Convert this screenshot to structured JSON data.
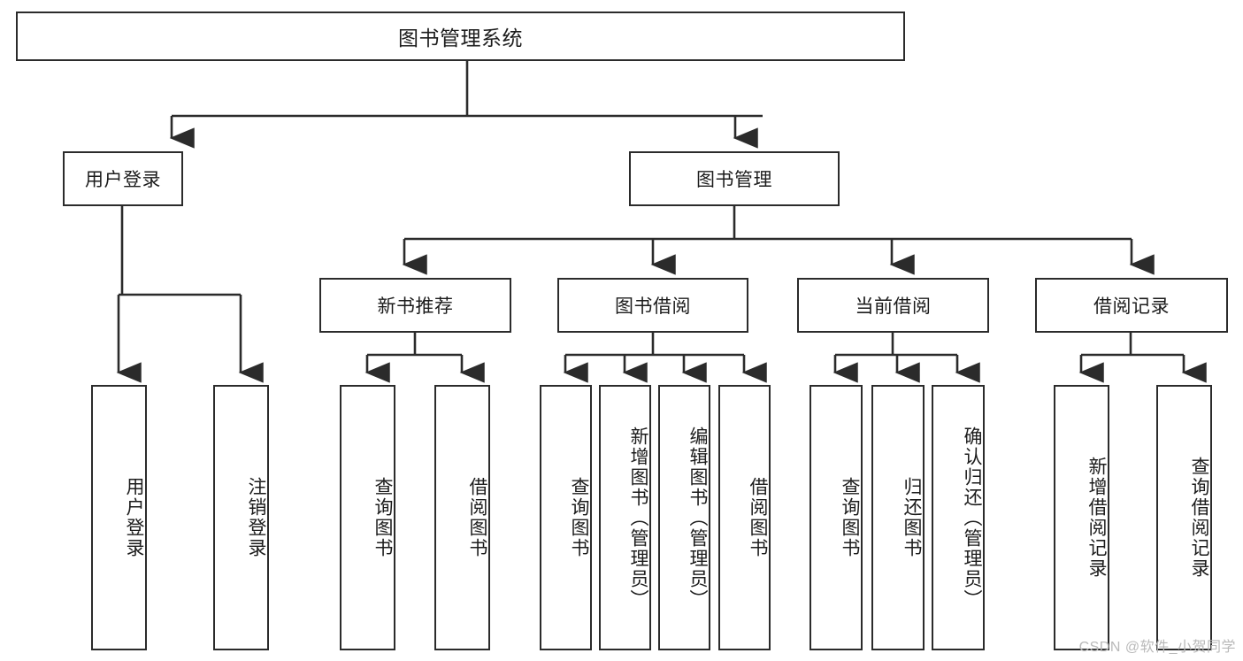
{
  "diagram": {
    "type": "tree-hierarchy",
    "title": "图书管理系统",
    "watermark": "CSDN @软件_小贺同学",
    "colors": {
      "box_border": "#2b2b2b",
      "box_fill": "#ffffff",
      "line": "#2b2b2b",
      "text": "#1c1c1c",
      "watermark": "#b9b9b9",
      "background": "#ffffff"
    },
    "root": {
      "label": "图书管理系统"
    },
    "level2": [
      {
        "label": "用户登录"
      },
      {
        "label": "图书管理"
      }
    ],
    "level3": [
      {
        "label": "新书推荐"
      },
      {
        "label": "图书借阅"
      },
      {
        "label": "当前借阅"
      },
      {
        "label": "借阅记录"
      }
    ],
    "groups": [
      {
        "parent": "用户登录",
        "leaves": [
          {
            "label": "用户登录"
          },
          {
            "label": "注销登录"
          }
        ]
      },
      {
        "parent": "新书推荐",
        "leaves": [
          {
            "label": "查询图书"
          },
          {
            "label": "借阅图书"
          }
        ]
      },
      {
        "parent": "图书借阅",
        "leaves": [
          {
            "label": "查询图书"
          },
          {
            "label": "新增图书（管理员）"
          },
          {
            "label": "编辑图书（管理员）"
          },
          {
            "label": "借阅图书"
          }
        ]
      },
      {
        "parent": "当前借阅",
        "leaves": [
          {
            "label": "查询图书"
          },
          {
            "label": "归还图书"
          },
          {
            "label": "确认归还（管理员）"
          }
        ]
      },
      {
        "parent": "借阅记录",
        "leaves": [
          {
            "label": "新增借阅记录"
          },
          {
            "label": "查询借阅记录"
          }
        ]
      }
    ]
  }
}
